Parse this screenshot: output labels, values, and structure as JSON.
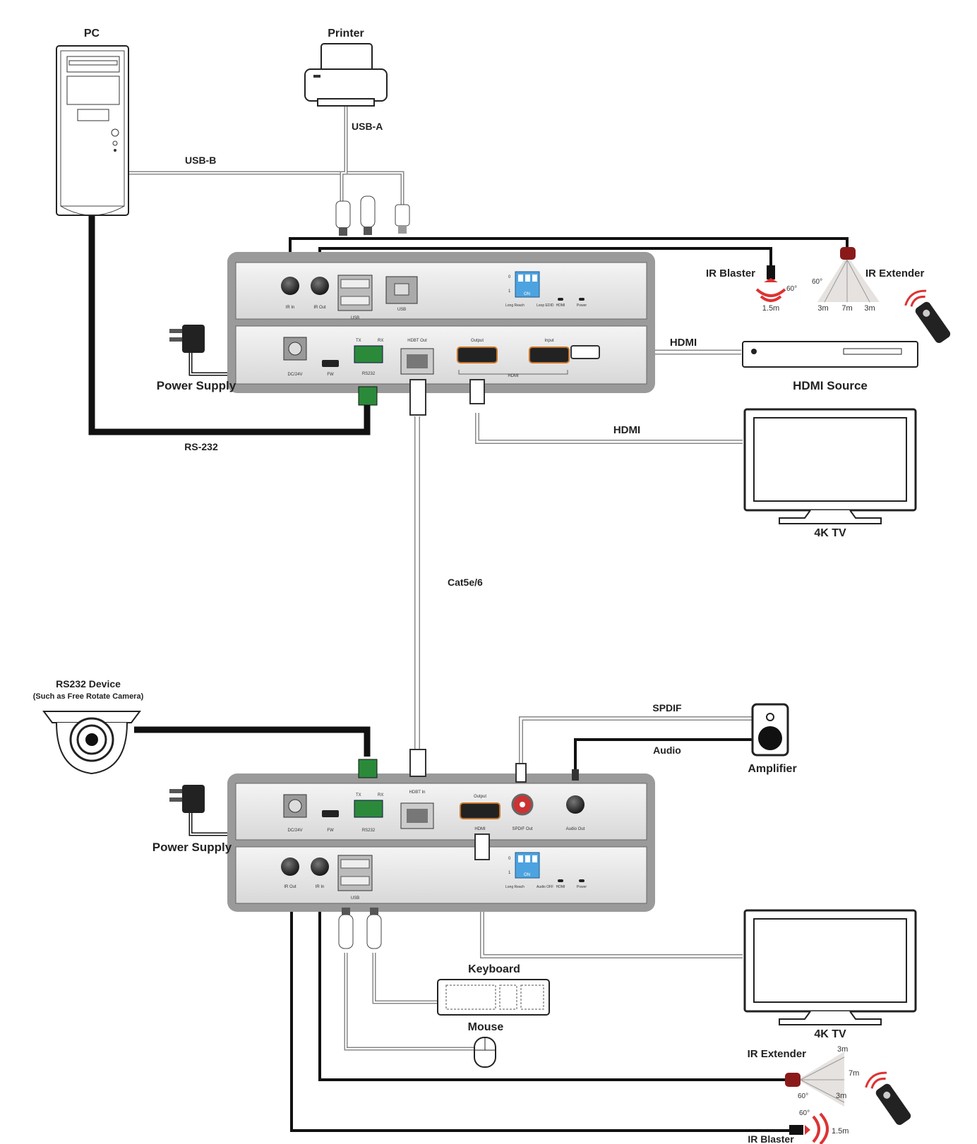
{
  "devices": {
    "pc": "PC",
    "printer": "Printer",
    "hdmi_source": "HDMI Source",
    "tv_top": "4K TV",
    "tv_bottom": "4K TV",
    "rs232_device": "RS232 Device",
    "rs232_device_note": "(Such as Free Rotate Camera)",
    "amplifier": "Amplifier",
    "keyboard": "Keyboard",
    "mouse": "Mouse",
    "power_supply_top": "Power Supply",
    "power_supply_bottom": "Power Supply",
    "ir_blaster_top": "IR Blaster",
    "ir_extender_top": "IR Extender",
    "ir_blaster_bottom": "IR Blaster",
    "ir_extender_bottom": "IR Extender"
  },
  "cables": {
    "usb_a": "USB-A",
    "usb_b": "USB-B",
    "rs232": "RS-232",
    "hdmi_in": "HDMI",
    "hdmi_out": "HDMI",
    "cat": "Cat5e/6",
    "spdif": "SPDIF",
    "audio": "Audio"
  },
  "tx_unit": {
    "ir_in": "IR In",
    "ir_out": "IR Out",
    "usb_a": "USB",
    "usb_b": "USB",
    "dip_0": "0",
    "dip_1": "1",
    "dip_on": "ON",
    "long_reach": "Long Reach",
    "loop_edid": "Loop EDID",
    "hdmi_led": "HDMI",
    "power_led": "Power",
    "dc": "DC/24V",
    "fw": "FW",
    "rs232": "RS232",
    "tx": "TX",
    "rx": "RX",
    "hdbt_out": "HDBT Out",
    "output": "Output",
    "input": "Input",
    "hdmi": "HDMI"
  },
  "rx_unit": {
    "dc": "DC/24V",
    "fw": "FW",
    "rs232": "RS232",
    "tx": "TX",
    "rx": "RX",
    "hdbt_in": "HDBT In",
    "output": "Output",
    "hdmi": "HDMI",
    "spdif_out": "SPDIF Out",
    "audio_out": "Audio Out",
    "ir_out": "IR Out",
    "ir_in": "IR In",
    "usb": "USB",
    "dip_0": "0",
    "dip_1": "1",
    "dip_on": "ON",
    "long_reach": "Long Reach",
    "audio_off": "Audio OFF",
    "hdmi_led": "HDMI",
    "power_led": "Power"
  },
  "ir_ranges": {
    "top_blaster_angle": "60°",
    "top_blaster_dist": "1.5m",
    "top_ext_angle": "60°",
    "top_ext_d1": "3m",
    "top_ext_d2": "7m",
    "top_ext_d3": "3m",
    "bot_ext_d1": "3m",
    "bot_ext_d2": "7m",
    "bot_ext_d3": "3m",
    "bot_ext_angle": "60°",
    "bot_blaster_angle": "60°",
    "bot_blaster_dist": "1.5m"
  }
}
